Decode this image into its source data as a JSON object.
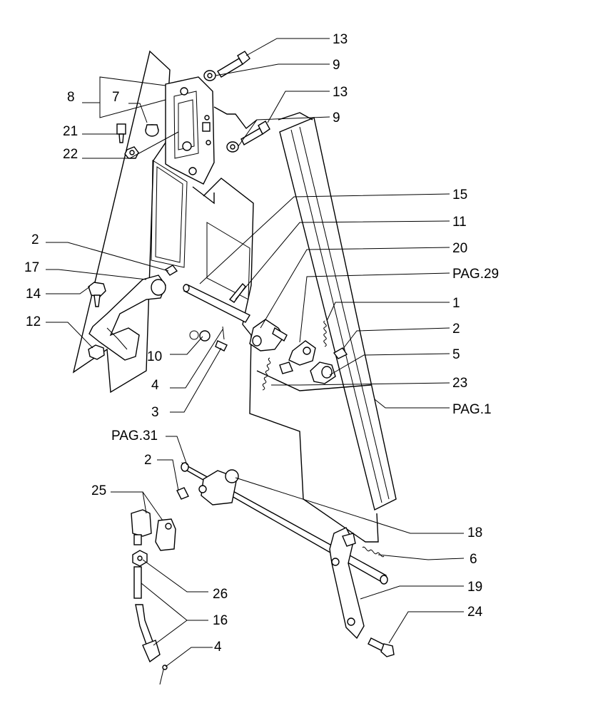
{
  "labels": {
    "l13a": "13",
    "l9a": "9",
    "l13b": "13",
    "l9b": "9",
    "l8": "8",
    "l7": "7",
    "l21": "21",
    "l22": "22",
    "l15": "15",
    "l11": "11",
    "l20": "20",
    "lpag29": "PAG.29",
    "l2a": "2",
    "l17": "17",
    "l14": "14",
    "l12": "12",
    "l1": "1",
    "l2b": "2",
    "l5": "5",
    "l10": "10",
    "l4a": "4",
    "l23": "23",
    "l3": "3",
    "lpag1": "PAG.1",
    "lpag31": "PAG.31",
    "l2c": "2",
    "l25": "25",
    "l18": "18",
    "l6": "6",
    "l26": "26",
    "l19": "19",
    "l16": "16",
    "l24": "24",
    "l4b": "4"
  }
}
